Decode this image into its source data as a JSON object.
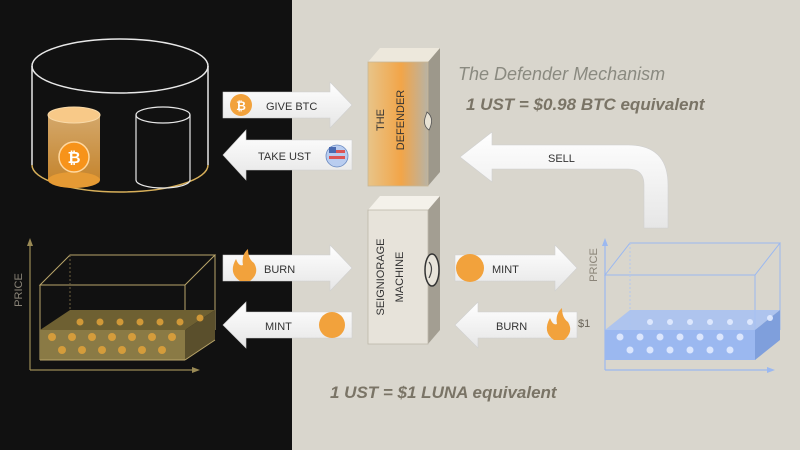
{
  "title": "The Defender Mechanism",
  "defender_equation": "1 UST = $0.98 BTC equivalent",
  "luna_equation": "1 UST = $1 LUNA equivalent",
  "defender_label": [
    "THE",
    "DEFENDER"
  ],
  "machine_label": [
    "SEIGNIORAGE",
    "MACHINE"
  ],
  "arrows": {
    "give_btc": "GIVE BTC",
    "take_ust": "TAKE UST",
    "sell": "SELL",
    "burn_left": "BURN",
    "mint_left": "MINT",
    "mint_right": "MINT",
    "burn_right": "BURN"
  },
  "axes": {
    "left_price": "PRICE",
    "right_price": "PRICE",
    "peg": "$1"
  },
  "icons": {
    "bitcoin_symbol": "₿"
  },
  "colors": {
    "left_bg": "#111111",
    "right_bg": "#d9d6cd",
    "bitcoin_orange": "#f0a040",
    "luna_orange": "#f2a23c",
    "ust_blue": "#9bb8f0",
    "box_gold": "#8a7a45"
  }
}
